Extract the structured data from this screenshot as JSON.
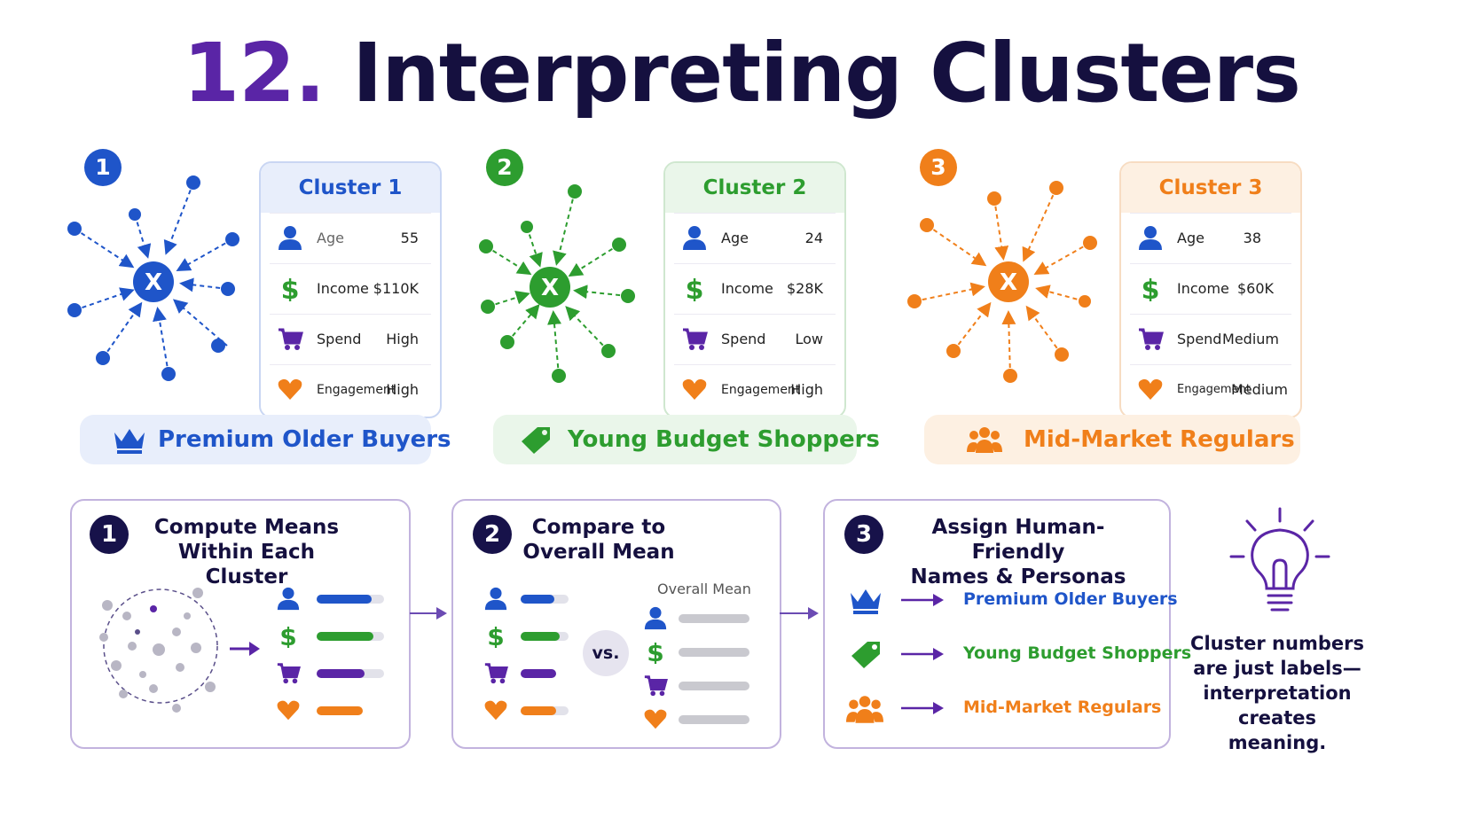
{
  "title": {
    "number": "12.",
    "text": "Interpreting Clusters"
  },
  "colors": {
    "blue": "#1f55c9",
    "green": "#2d9d2f",
    "orange": "#f07f1a",
    "purple": "#5a25a6",
    "navy": "#17124a"
  },
  "clusters": [
    {
      "number": "1",
      "name": "Cluster 1",
      "center_label": "X",
      "rows": [
        {
          "icon": "person-icon",
          "label": "Age",
          "value": "55"
        },
        {
          "icon": "dollar-icon",
          "label": "Income",
          "value": "$110K"
        },
        {
          "icon": "cart-icon",
          "label": "Spend",
          "value": "High"
        },
        {
          "icon": "heart-icon",
          "label": "Engagement",
          "value": "High"
        }
      ],
      "persona": "Premium Older Buyers",
      "persona_icon": "crown-icon"
    },
    {
      "number": "2",
      "name": "Cluster 2",
      "center_label": "X",
      "rows": [
        {
          "icon": "person-icon",
          "label": "Age",
          "value": "24"
        },
        {
          "icon": "dollar-icon",
          "label": "Income",
          "value": "$28K"
        },
        {
          "icon": "cart-icon",
          "label": "Spend",
          "value": "Low"
        },
        {
          "icon": "heart-icon",
          "label": "Engagement",
          "value": "High"
        }
      ],
      "persona": "Young Budget Shoppers",
      "persona_icon": "tag-icon"
    },
    {
      "number": "3",
      "name": "Cluster 3",
      "center_label": "X",
      "rows": [
        {
          "icon": "person-icon",
          "label": "Age",
          "value": "38"
        },
        {
          "icon": "dollar-icon",
          "label": "Income",
          "value": "$60K"
        },
        {
          "icon": "cart-icon",
          "label": "Spend",
          "value": "Medium"
        },
        {
          "icon": "heart-icon",
          "label": "Engagement",
          "value": "Medium"
        }
      ],
      "persona": "Mid-Market Regulars",
      "persona_icon": "group-icon"
    }
  ],
  "steps": [
    {
      "number": "1",
      "title_line1": "Compute Means",
      "title_line2": "Within Each Cluster"
    },
    {
      "number": "2",
      "title_line1": "Compare to",
      "title_line2": "Overall Mean",
      "overall_label": "Overall Mean",
      "vs_label": "vs."
    },
    {
      "number": "3",
      "title_line1": "Assign Human-Friendly",
      "title_line2": "Names & Personas",
      "assignments": [
        "Premium Older Buyers",
        "Young Budget Shoppers",
        "Mid-Market Regulars"
      ]
    }
  ],
  "quote": {
    "line1": "Cluster numbers",
    "line2": "are just labels—",
    "line3": "interpretation",
    "line4": "creates meaning."
  }
}
